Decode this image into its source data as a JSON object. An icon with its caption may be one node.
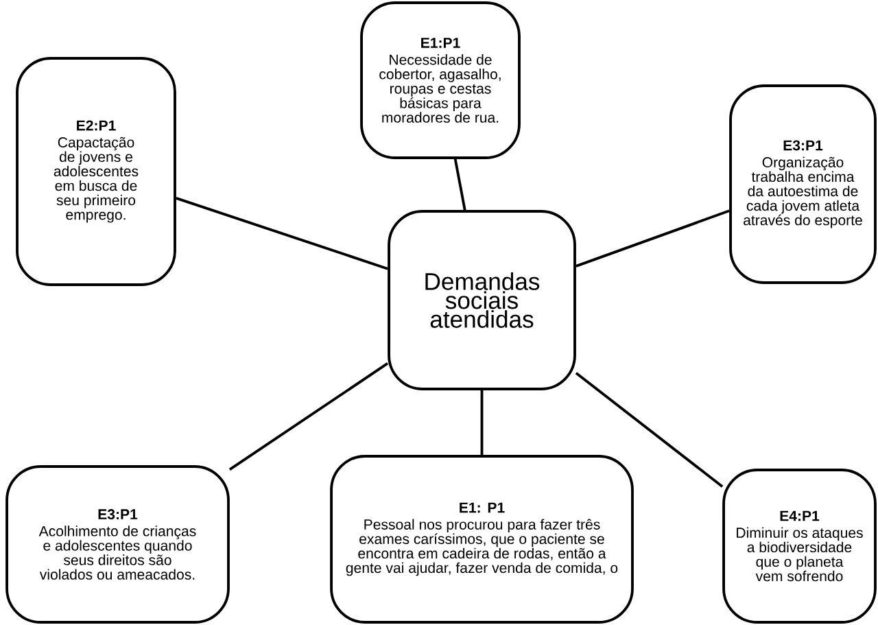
{
  "diagram": {
    "nodes": [
      {
        "text": [
          "Demandas sociais atendidas"
        ]
      },
      {
        "text": [
          "E1:P1",
          "Necessidade de cobertor, agasalho, roupas e cestas básicas para moradores de rua."
        ]
      },
      {
        "text": [
          "E2:P1",
          "Capactação de jovens e adolescentes em busca de seu primeiro emprego."
        ]
      },
      {
        "text": [
          "E3:P1",
          "Organização trabalha encima da autoestima de cada jovem atleta através do esporte"
        ]
      },
      {
        "text": [
          "E3:P1",
          "Acolhimento de crianças e adolescentes quando seus direitos são violados ou ameacados."
        ]
      },
      {
        "text": [
          "E1: P1",
          "Pessoal nos procurou para fazer três exames caríssimos, que o paciente se encontra em cadeira de rodas, então a gente vai ajudar, fazer venda de comida, o"
        ]
      },
      {
        "text": [
          "E4:P1",
          "Diminuir os ataques a biodiversidade que o planeta vem sofrendo"
        ]
      }
    ],
    "edges": [
      {
        "from": 0,
        "to": 1,
        "arrow": "none"
      },
      {
        "from": 0,
        "to": 2,
        "arrow": "none"
      },
      {
        "from": 0,
        "to": 3,
        "arrow": "none"
      },
      {
        "from": 0,
        "to": 4,
        "arrow": "none"
      },
      {
        "from": 0,
        "to": 5,
        "arrow": "none"
      },
      {
        "from": 0,
        "to": 6,
        "arrow": "none"
      }
    ]
  }
}
